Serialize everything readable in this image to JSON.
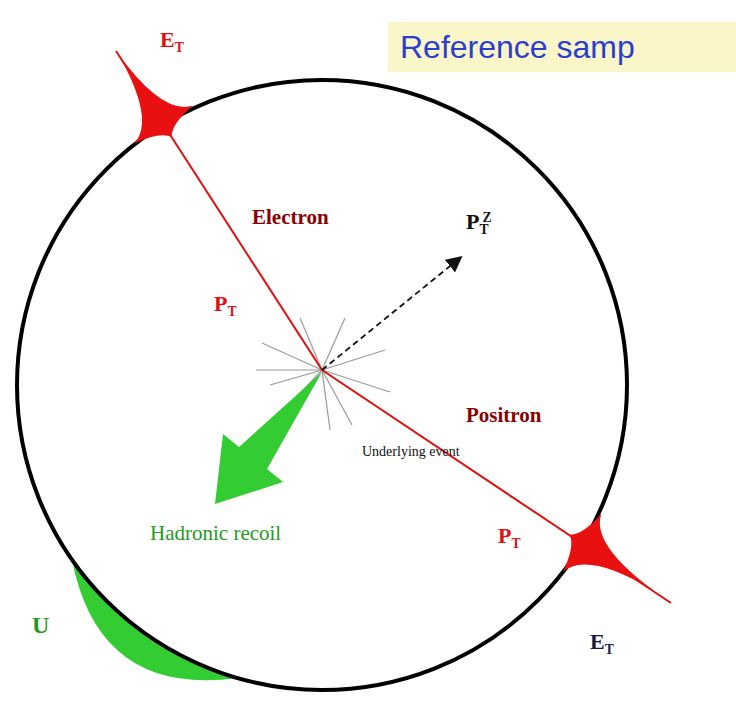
{
  "diagram": {
    "title": "Reference samp",
    "labels": [
      "ET",
      "Electron",
      "PT",
      "PTZ",
      "Positron",
      "Underlying event",
      "PT",
      "Hadronic recoil",
      "ET",
      "U"
    ]
  }
}
